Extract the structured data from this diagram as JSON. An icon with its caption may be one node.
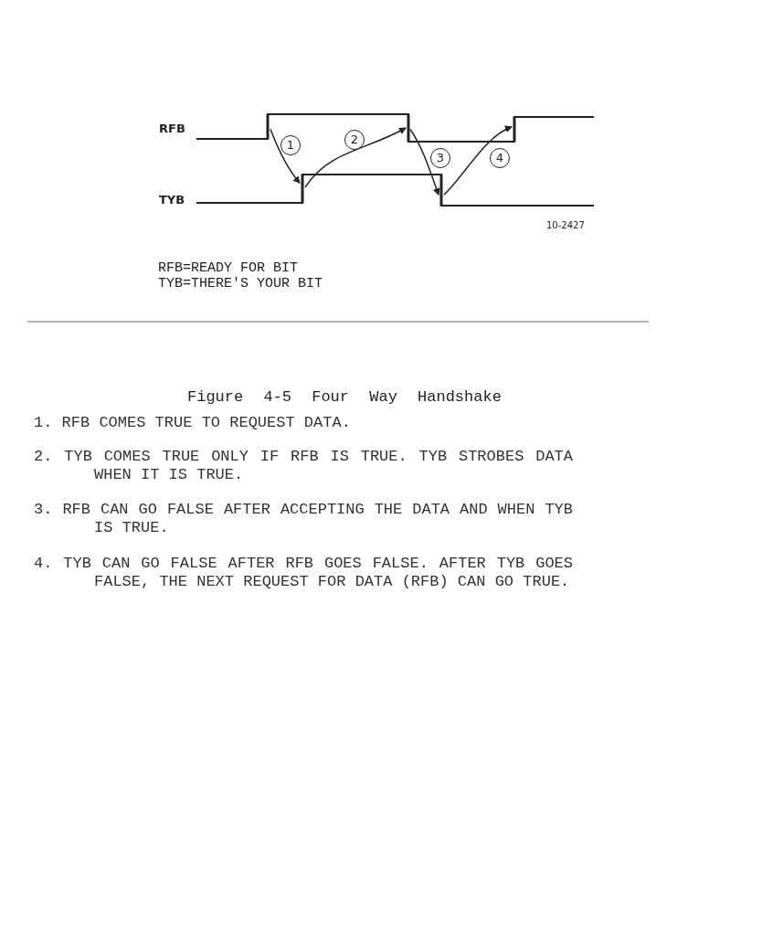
{
  "diagram": {
    "caption": "Figure 4-5 Four Way Handshake",
    "nodes": [
      {
        "text": [
          "RFB"
        ]
      },
      {
        "text": [
          "TYB"
        ]
      },
      {
        "text": [],
        "shape": "bar"
      },
      {
        "text": [],
        "shape": "bar"
      },
      {
        "text": [],
        "shape": "bar"
      },
      {
        "text": [],
        "shape": "bar"
      },
      {
        "text": [],
        "shape": "bar"
      }
    ],
    "edges": [
      {
        "from": 2,
        "to": 3,
        "arrow": "to",
        "label": "1"
      },
      {
        "from": 3,
        "to": 4,
        "arrow": "to",
        "label": "2"
      },
      {
        "from": 4,
        "to": 5,
        "arrow": "to",
        "label": "3"
      },
      {
        "from": 5,
        "to": 6,
        "arrow": "to",
        "label": "4"
      }
    ],
    "labels": [
      "10-2427",
      "RFB=READY FOR BIT",
      "TYB=THERE'S YOUR BIT",
      "1. RFB COMES TRUE TO REQUEST DATA.",
      "2. TYB COMES TRUE ONLY IF RFB IS TRUE. TYB STROBES DATA WHEN IT IS TRUE.",
      "3. RFB CAN GO FALSE AFTER ACCEPTING THE DATA AND WHEN TYB IS TRUE.",
      "4. TYB CAN GO FALSE AFTER RFB GOES FALSE. AFTER TYB GOES FALSE, THE NEXT REQUEST FOR DATA (RFB) CAN GO TRUE."
    ]
  }
}
